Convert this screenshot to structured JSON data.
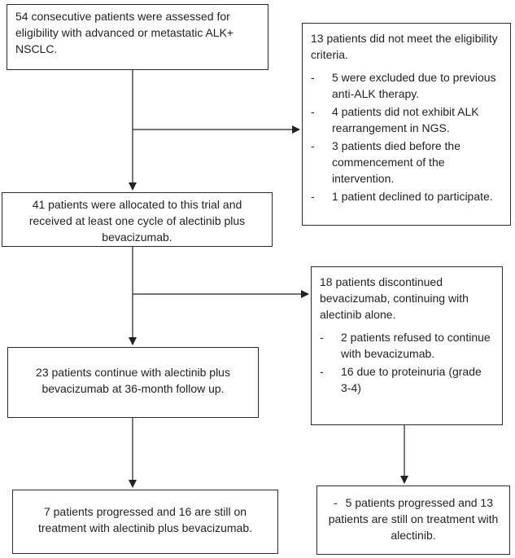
{
  "boxes": {
    "assessed": {
      "text": "54 consecutive patients were assessed for eligibility with advanced or metastatic ALK+ NSCLC."
    },
    "excluded": {
      "title": "13 patients did not meet the eligibility criteria.",
      "items": [
        "5 were excluded due to previous anti-ALK therapy.",
        "4 patients did not exhibit ALK rearrangement in NGS.",
        "3 patients died before the commencement of the intervention.",
        "1 patient declined to participate."
      ]
    },
    "allocated": {
      "text": "41 patients were allocated to this trial and received at least one cycle of alectinib plus bevacizumab."
    },
    "discontinued": {
      "title": "18 patients discontinued bevacizumab, continuing with alectinib alone.",
      "items": [
        "2 patients refused to continue with bevacizumab.",
        "16 due to proteinuria (grade 3-4)"
      ]
    },
    "continue": {
      "text": "23 patients continue with alectinib plus bevacizumab at 36-month follow up."
    },
    "progressed_combo": {
      "text": "7 patients progressed and 16 are still on treatment with alectinib plus bevacizumab."
    },
    "progressed_alone": {
      "text": "5 patients progressed and 13 patients are still on treatment with alectinib."
    }
  },
  "dash": "-"
}
